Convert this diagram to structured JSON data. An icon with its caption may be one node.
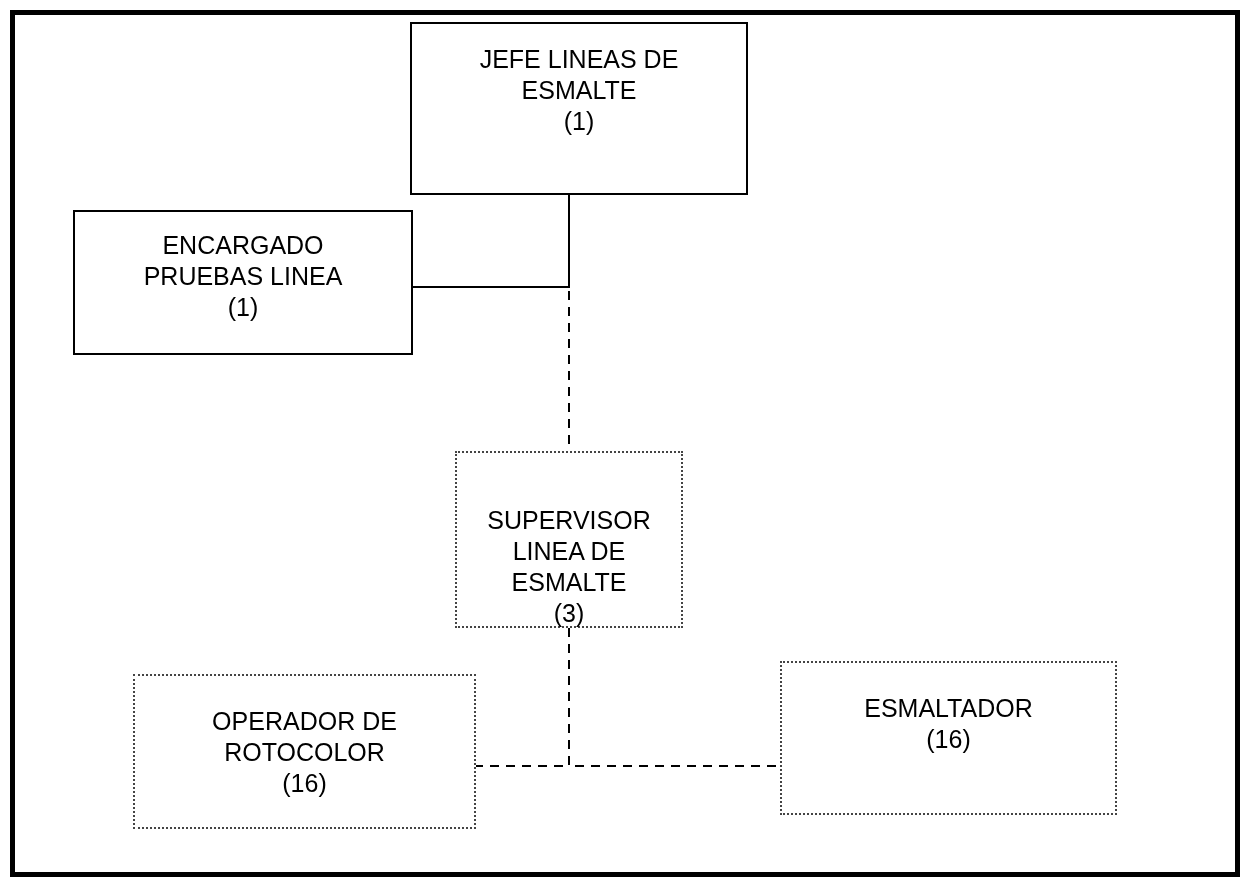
{
  "diagram": {
    "nodes": [
      {
        "text": [
          "JEFE LINEAS DE ESMALTE",
          "(1)"
        ]
      },
      {
        "text": [
          "ENCARGADO PRUEBAS LINEA",
          "(1)"
        ]
      },
      {
        "text": [
          "SUPERVISOR LINEA DE ESMALTE",
          "(3)"
        ]
      },
      {
        "text": [
          "OPERADOR DE ROTOCOLOR",
          "(16)"
        ]
      },
      {
        "text": [
          "ESMALTADOR",
          "(16)"
        ]
      }
    ],
    "edges": [
      {
        "from": 0,
        "to": 2,
        "arrow": "none",
        "style": "dashed"
      },
      {
        "from": 0,
        "to": 1,
        "arrow": "none"
      },
      {
        "from": 2,
        "to": 3,
        "arrow": "none",
        "style": "dashed"
      },
      {
        "from": 2,
        "to": 4,
        "arrow": "none",
        "style": "dashed"
      }
    ]
  }
}
